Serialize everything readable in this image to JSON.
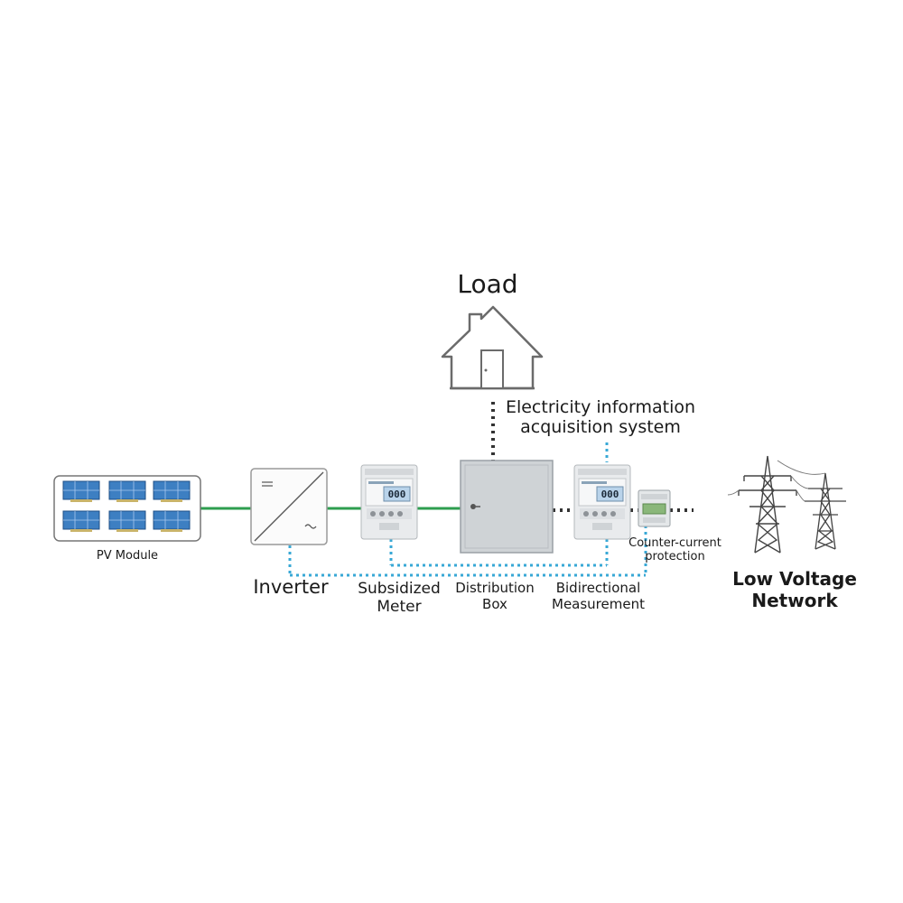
{
  "diagram": {
    "load_label": "Load",
    "info_system_label": [
      "Electricity information",
      "acquisition system"
    ],
    "pv_module_label": "PV Module",
    "inverter_label": "Inverter",
    "subsidized_meter_label": [
      "Subsidized",
      "Meter"
    ],
    "distribution_box_label": [
      "Distribution",
      "Box"
    ],
    "bidirectional_label": [
      "Bidirectional",
      "Measurement"
    ],
    "counter_current_label": [
      "Counter-current",
      "protection"
    ],
    "low_voltage_label": [
      "Low Voltage",
      "Network"
    ],
    "meter_display_value": "000",
    "colors": {
      "power_line": "#2e9e4f",
      "data_line": "#38a8d6",
      "load_link": "#333333",
      "panel_blue": "#3d7fc2",
      "house_stroke": "#6b6b6b",
      "box_gray": "#cfd3d6"
    }
  }
}
